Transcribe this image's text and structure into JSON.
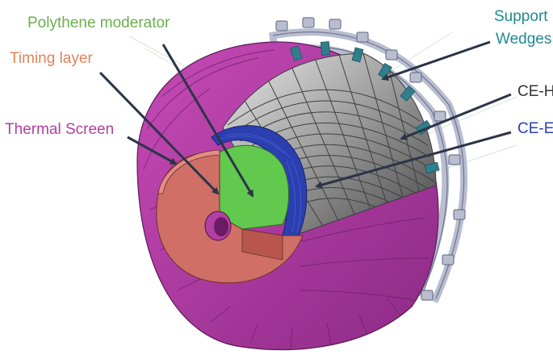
{
  "labels": {
    "polythene_moderator": {
      "text": "Polythene moderator",
      "color": "#6ab04c"
    },
    "timing_layer": {
      "text": "Timing layer",
      "color": "#e0845a"
    },
    "thermal_screen": {
      "text": "Thermal Screen",
      "color": "#b23fa3"
    },
    "support_wedges": {
      "line1": "Support",
      "line2": "Wedges",
      "color": "#1f8a91"
    },
    "ce_h": {
      "text": "CE-H",
      "color": "#333333"
    },
    "ce_e": {
      "text": "CE-E",
      "color": "#2b3fb0"
    }
  },
  "colors": {
    "thermal_screen": "#b23fa3",
    "timing_layer": "#cf6f66",
    "polythene_moderator": "#62c94f",
    "ce_e": "#2c3fb1",
    "ce_h": "#8c8c8c",
    "support_wedges": "#2f7f8c",
    "frame": "#b9bdd0",
    "arrow": "#2c3447"
  }
}
